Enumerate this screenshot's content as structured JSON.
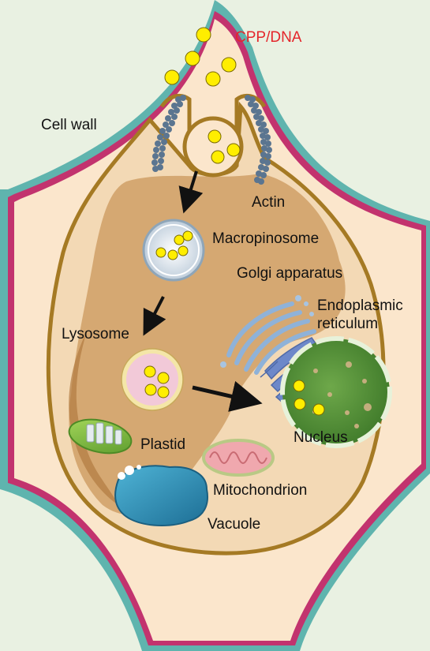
{
  "labels": {
    "cpp_dna": "CPP/DNA",
    "cell_wall": "Cell wall",
    "actin": "Actin",
    "macropinosome": "Macropinosome",
    "golgi": "Golgi apparatus",
    "er_line1": "Endoplasmic",
    "er_line2": "reticulum",
    "lysosome": "Lysosome",
    "nucleus": "Nucleus",
    "plastid": "Plastid",
    "mitochondrion": "Mitochondrion",
    "vacuole": "Vacuole"
  },
  "colors": {
    "background_cell": "#e9f1e2",
    "wall_pink": "#c2336e",
    "wall_teal": "#5fb4ae",
    "cytoplasm": "#fbe6cc",
    "membrane": "#a57a24",
    "cytosol_dark": "#cf9f66",
    "particle": "#ffee00",
    "nucleus": "#5e9a3c",
    "vacuole": "#2b8fb5",
    "cpp_label": "#e4262b"
  }
}
